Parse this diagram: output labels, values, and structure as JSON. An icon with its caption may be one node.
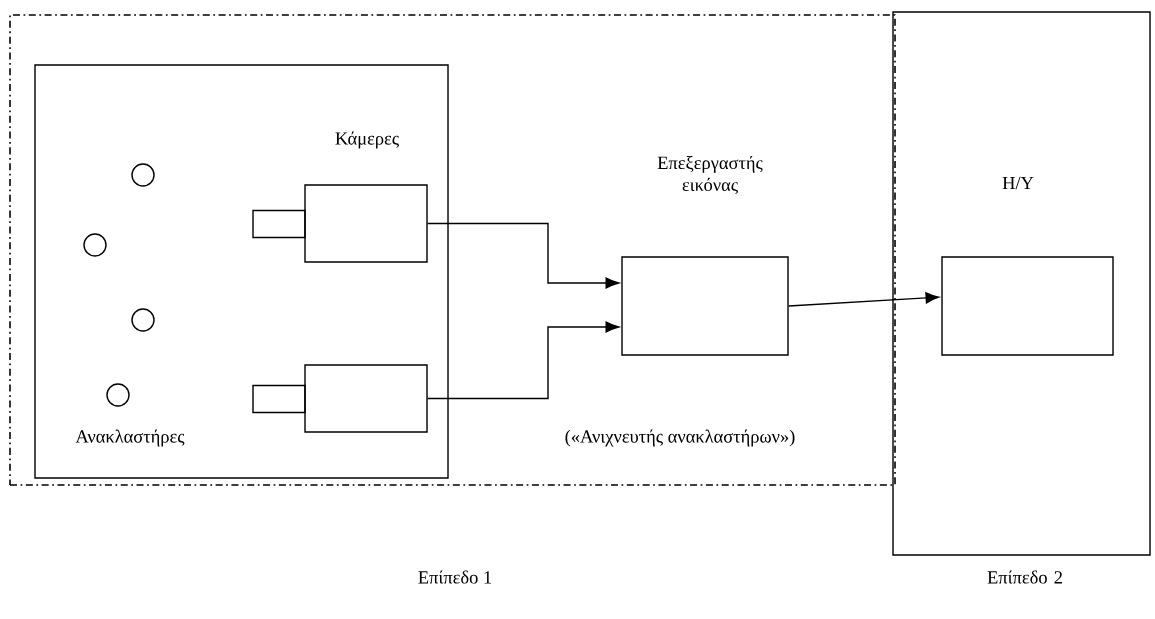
{
  "diagram": {
    "nodes": [
      {
        "text": [],
        "shape": "box"
      },
      {
        "text": [],
        "shape": "box",
        "in": 0
      },
      {
        "text": [],
        "shape": "box",
        "in": 1
      },
      {
        "text": [],
        "shape": "box",
        "in": 1
      },
      {
        "text": [
          "Επεξεργαστής εικόνας"
        ],
        "in": 0
      },
      {
        "text": [
          "Η/Υ",
          "Επίπεδο 2"
        ]
      },
      {
        "text": [],
        "shape": "box",
        "in": 5
      }
    ],
    "edges": [
      {
        "from": 2,
        "to": 4,
        "arrow": "to"
      },
      {
        "from": 3,
        "to": 4,
        "arrow": "to"
      },
      {
        "from": 4,
        "to": 6,
        "arrow": "to"
      }
    ],
    "labels": [
      "Κάμερες",
      "Ανακλαστήρες",
      "(«Ανιχνευτής ανακλαστήρων»)",
      "Επίπεδο 1"
    ]
  }
}
